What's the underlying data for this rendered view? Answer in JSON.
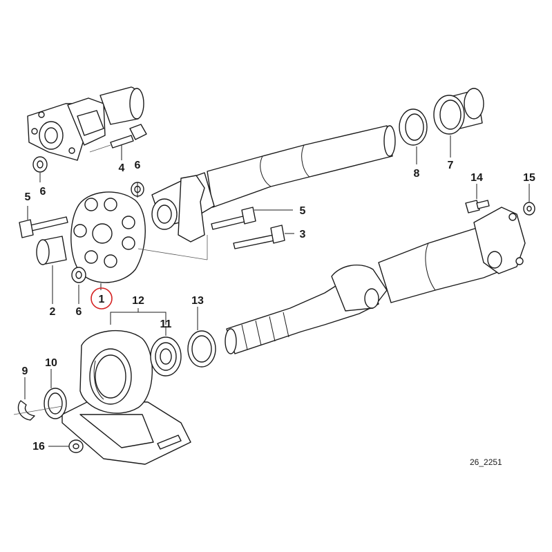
{
  "diagram": {
    "reference_code": "26_2251",
    "highlight_color": "#d42020",
    "callouts": [
      {
        "id": "c1",
        "label": "1",
        "highlighted": true
      },
      {
        "id": "c2",
        "label": "2"
      },
      {
        "id": "c3",
        "label": "3"
      },
      {
        "id": "c4",
        "label": "4"
      },
      {
        "id": "c5a",
        "label": "5"
      },
      {
        "id": "c5b",
        "label": "5"
      },
      {
        "id": "c6a",
        "label": "6"
      },
      {
        "id": "c6b",
        "label": "6"
      },
      {
        "id": "c6c",
        "label": "6"
      },
      {
        "id": "c7",
        "label": "7"
      },
      {
        "id": "c8",
        "label": "8"
      },
      {
        "id": "c9",
        "label": "9"
      },
      {
        "id": "c10",
        "label": "10"
      },
      {
        "id": "c11",
        "label": "11"
      },
      {
        "id": "c12",
        "label": "12"
      },
      {
        "id": "c13",
        "label": "13"
      },
      {
        "id": "c14",
        "label": "14"
      },
      {
        "id": "c15",
        "label": "15"
      },
      {
        "id": "c16",
        "label": "16"
      }
    ]
  }
}
